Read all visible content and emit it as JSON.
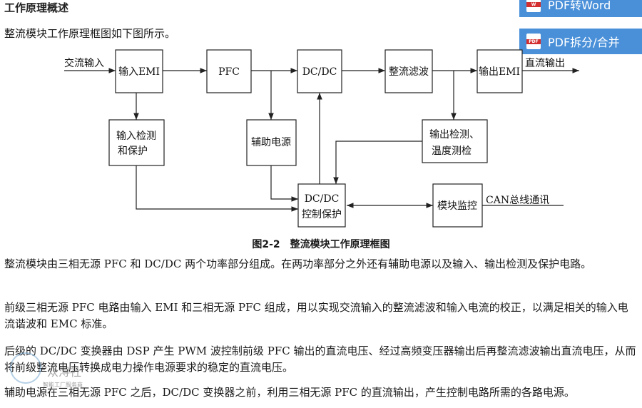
{
  "section_title": "工作原理概述",
  "intro": "整流模块工作原理框图如下图所示。",
  "side_buttons": {
    "word": "PDF转Word",
    "split": "PDF拆分/合并"
  },
  "diagram": {
    "boxes": {
      "emi_in": "输入EMI",
      "pfc": "PFC",
      "dcdc": "DC/DC",
      "filter": "整流滤波",
      "emi_out": "输出EMI",
      "input_detect_1": "输入检测",
      "input_detect_2": "和保护",
      "aux_power": "辅助电源",
      "out_detect_1": "输出检测、",
      "out_detect_2": "温度测检",
      "ctrl_1": "DC/DC",
      "ctrl_2": "控制保护",
      "monitor": "模块监控"
    },
    "labels": {
      "ac_input": "交流输入",
      "dc_output": "直流输出",
      "can": "CAN总线通讯"
    }
  },
  "caption": "图2-2　整流模块工作原理框图",
  "paragraphs": [
    "整流模块由三相无源 PFC 和 DC/DC 两个功率部分组成。在两功率部分之外还有辅助电源以及输入、输出检测及保护电路。",
    "前级三相无源 PFC 电路由输入 EMI 和三相无源 PFC 组成，用以实现交流输入的整流滤波和输入电流的校正，以满足相关的输入电流谐波和 EMC 标准。",
    "后级的 DC/DC 变换器由 DSP 产生 PWM 波控制前级 PFC 输出的直流电压、经过高频变压器输出后再整流滤波输出直流电压，从而将前级整流电压转换成电力操作电源要求的稳定的直流电压。",
    "辅助电源在三相无源 PFC 之后，DC/DC 变换器之前，利用三相无源 PFC 的直流输出，产生控制电路所需的各路电源。"
  ],
  "watermark": {
    "name": "众浔社",
    "sub": "智能工厂服务商"
  }
}
